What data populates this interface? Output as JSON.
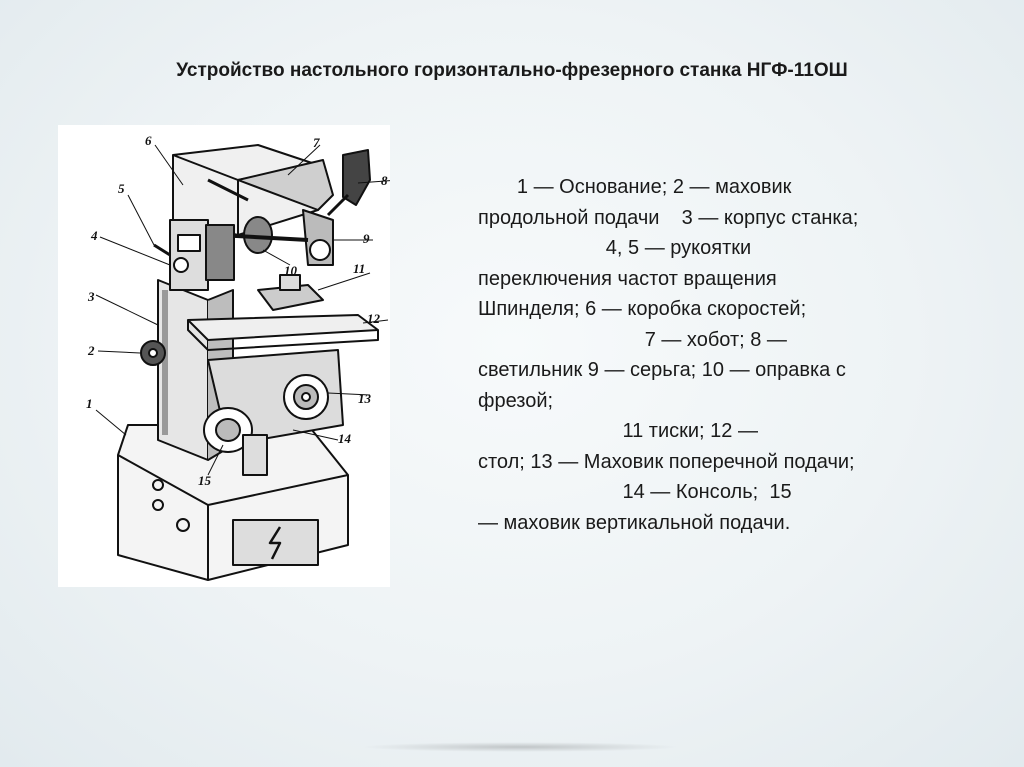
{
  "title": "Устройство настольного горизонтально-фрезерного станка НГФ-11ОШ",
  "legend_lines": [
    "       1 — Основание; 2 — маховик",
    "продольной подачи    3 — корпус станка;",
    "                       4, 5 — рукоятки",
    "переключения частот вращения",
    "Шпинделя; 6 — коробка скоростей;",
    "                              7 — хобот; 8 —",
    "светильник 9 — серьга; 10 — оправка с",
    "фрезой;",
    "                          11 тиски; 12 —",
    "стол; 13 — Маховик поперечной подачи;",
    "                          14 — Консоль;  15",
    "— маховик вертикальной подачи."
  ],
  "callouts": [
    "1",
    "2",
    "3",
    "4",
    "5",
    "6",
    "7",
    "8",
    "9",
    "10",
    "11",
    "12",
    "13",
    "14",
    "15"
  ],
  "colors": {
    "ink": "#111111",
    "paper": "#ffffff",
    "background": "#eef3f5"
  }
}
